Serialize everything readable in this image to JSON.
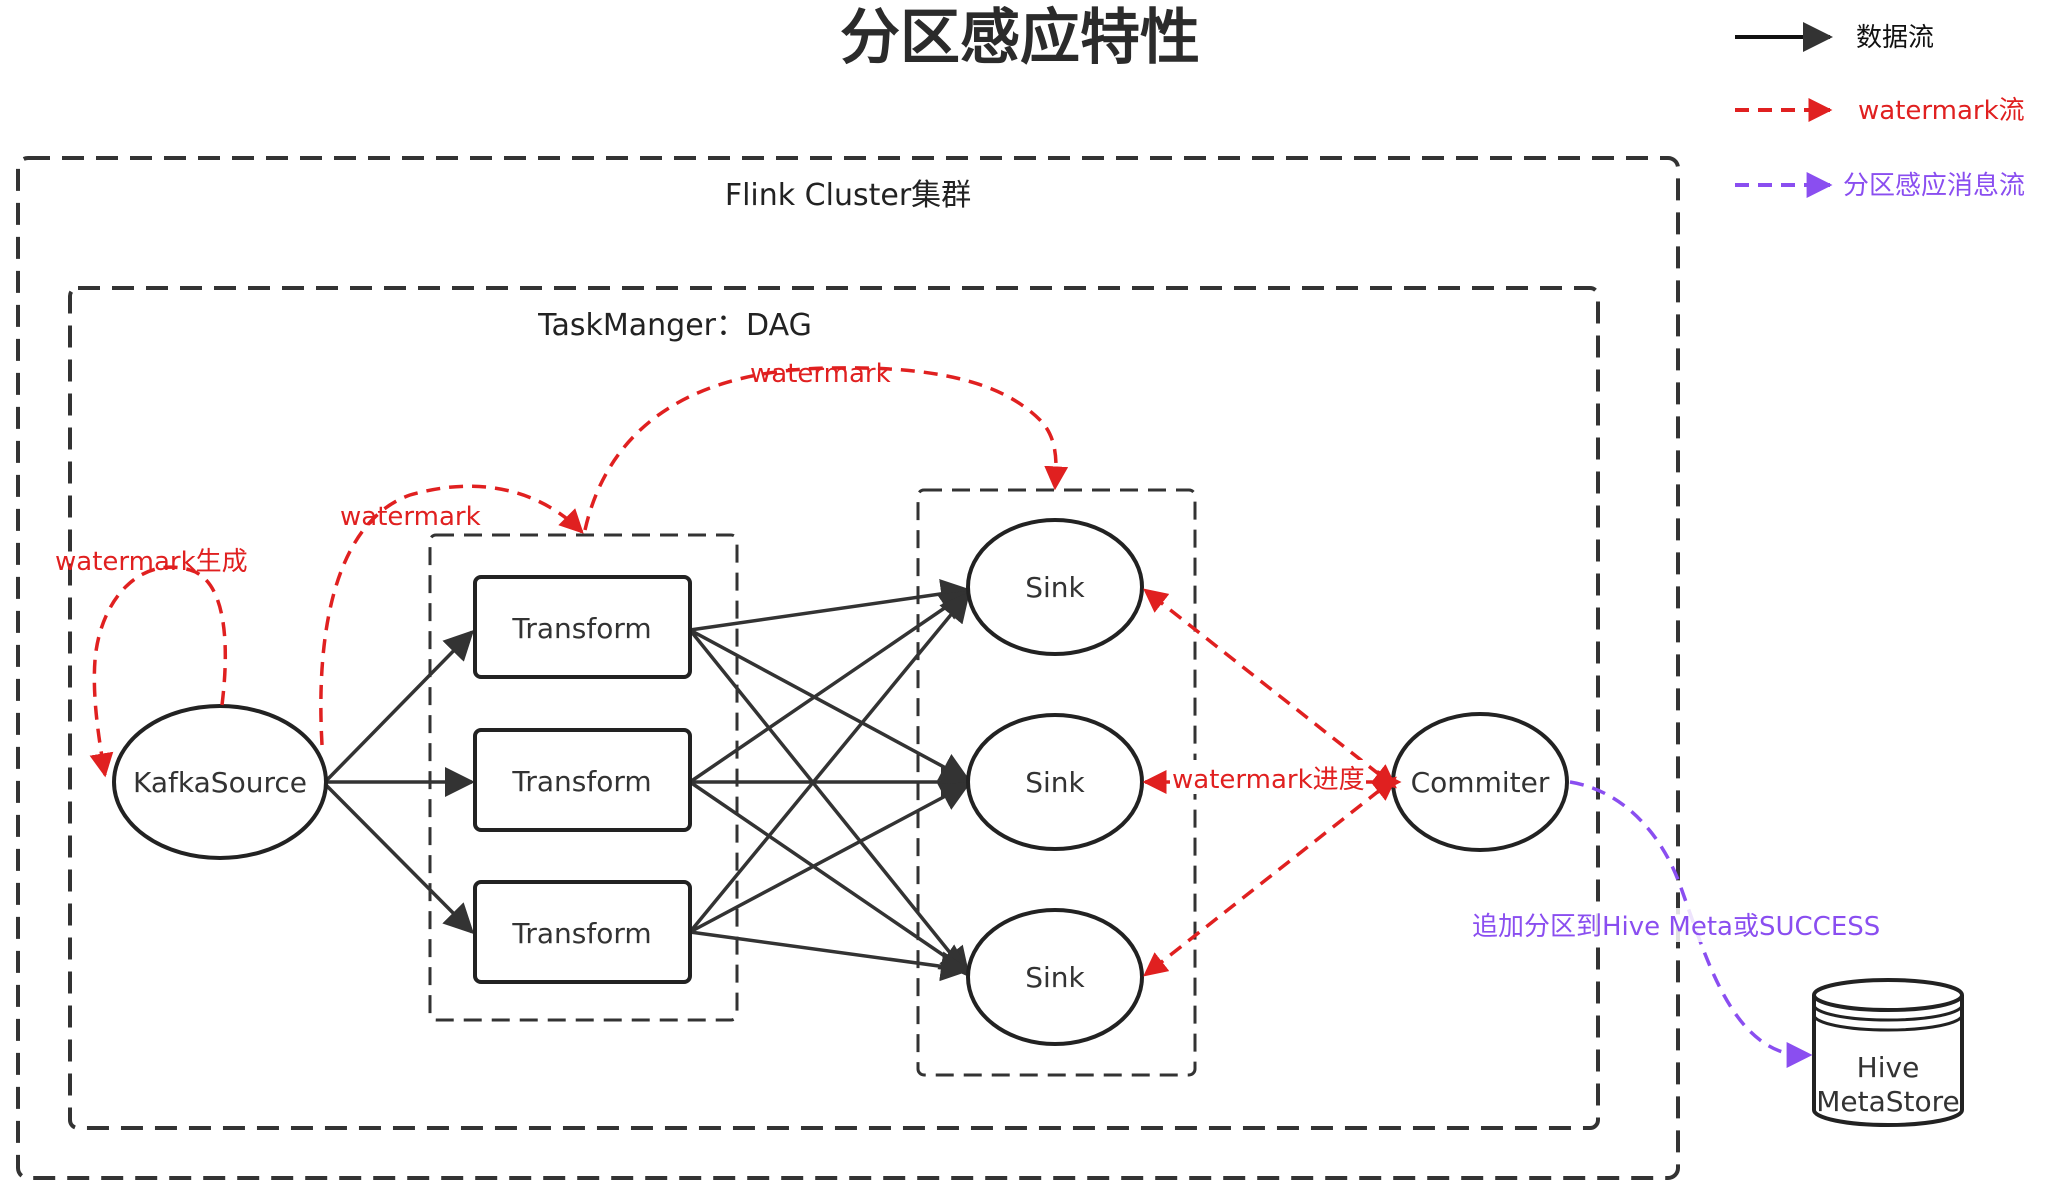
{
  "title": "分区感应特性",
  "legend": [
    {
      "label": "数据流",
      "color": "#111111"
    },
    {
      "label": "watermark流",
      "color": "#e02020"
    },
    {
      "label": "分区感应消息流",
      "color": "#8a4ef0"
    }
  ],
  "containers": {
    "cluster_label": "Flink Cluster集群",
    "taskmanager_label": "TaskManger：DAG"
  },
  "nodes": {
    "source": "KafkaSource",
    "transforms": [
      "Transform",
      "Transform",
      "Transform"
    ],
    "sinks": [
      "Sink",
      "Sink",
      "Sink"
    ],
    "committer": "Commiter",
    "metastore_line1": "Hive",
    "metastore_line2": "MetaStore"
  },
  "annotations": {
    "watermark_generation": "watermark生成",
    "watermark_to_transform": "watermark",
    "watermark_to_sink": "watermark",
    "watermark_progress": "watermark进度",
    "commit_action": "追加分区到Hive Meta或SUCCESS"
  }
}
